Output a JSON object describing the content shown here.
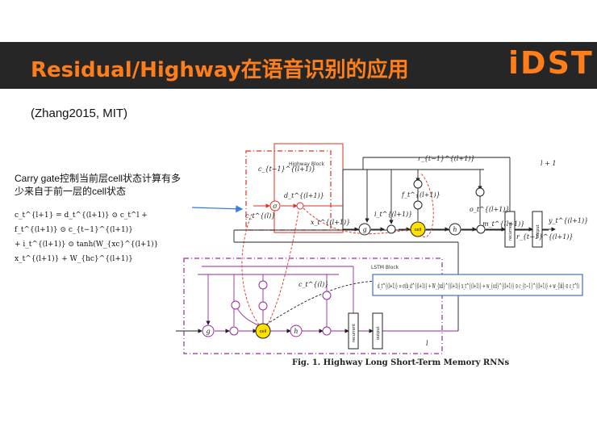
{
  "slide": {
    "title": "Residual/Highway在语音识别的应用",
    "logo": "iDST",
    "citation": "(Zhang2015, MIT)",
    "note": "Carry gate控制当前层cell状态计算有多少来自于前一层的cell状态",
    "equation_left_line1": "c_t^{l+1} = d_t^{(l+1)} ⊙ c_t^l + f_t^{(l+1)} ⊙ c_{t−1}^{(l+1)}",
    "equation_left_line2": "+ i_t^{(l+1)} ⊙ tanh(W_{xc}^{(l+1)} x_t^{(l+1)} + W_{hc}^{(l+1)}"
  },
  "figure": {
    "caption": "Fig. 1. Highway Long Short-Term Memory RNNs",
    "highway_block_label": "Highway Block",
    "lstm_block_label": "LSTM Block",
    "layer_top": "l + 1",
    "layer_bottom": "l",
    "cell_label": "cell",
    "recurrent_label": "recurrent",
    "output_label": "output",
    "sym_sigma": "σ",
    "sym_g": "g",
    "sym_h": "h",
    "sym_d": "d_t^{(l+1)}",
    "sym_c_prev": "c_{t−1}^{(l+1)}",
    "sym_c_l": "c_t^{(l)}",
    "sym_x": "x_t^{(l+1)}",
    "sym_r": "r_{t−1}^{(l+1)}",
    "sym_f": "f_t^{(l+1)}",
    "sym_i": "i_t^{(l+1)}",
    "sym_o": "o_t^{(l+1)}",
    "sym_m": "m_t^{(l+1)}",
    "sym_y": "y_t^{(l+1)}",
    "equation_right": "d_t^{(l+1)} = σ(b_d^{(l+1)} + W_{xd}^{(l+1)} x_t^{(l+1)} + w_{cd}^{(l+1)} ⊙ c_{t−1}^{(l+1)} + w_{ld} ⊙ c_t^l)"
  },
  "colors": {
    "header_bg": "#262626",
    "title": "#ff7e1a",
    "highway_box": "#e03020",
    "lstm_box": "#9a2a9a",
    "cell_fill": "#ffe000",
    "eq_box": "#3a6fd8",
    "arrow_blue": "#3a7fd8"
  }
}
